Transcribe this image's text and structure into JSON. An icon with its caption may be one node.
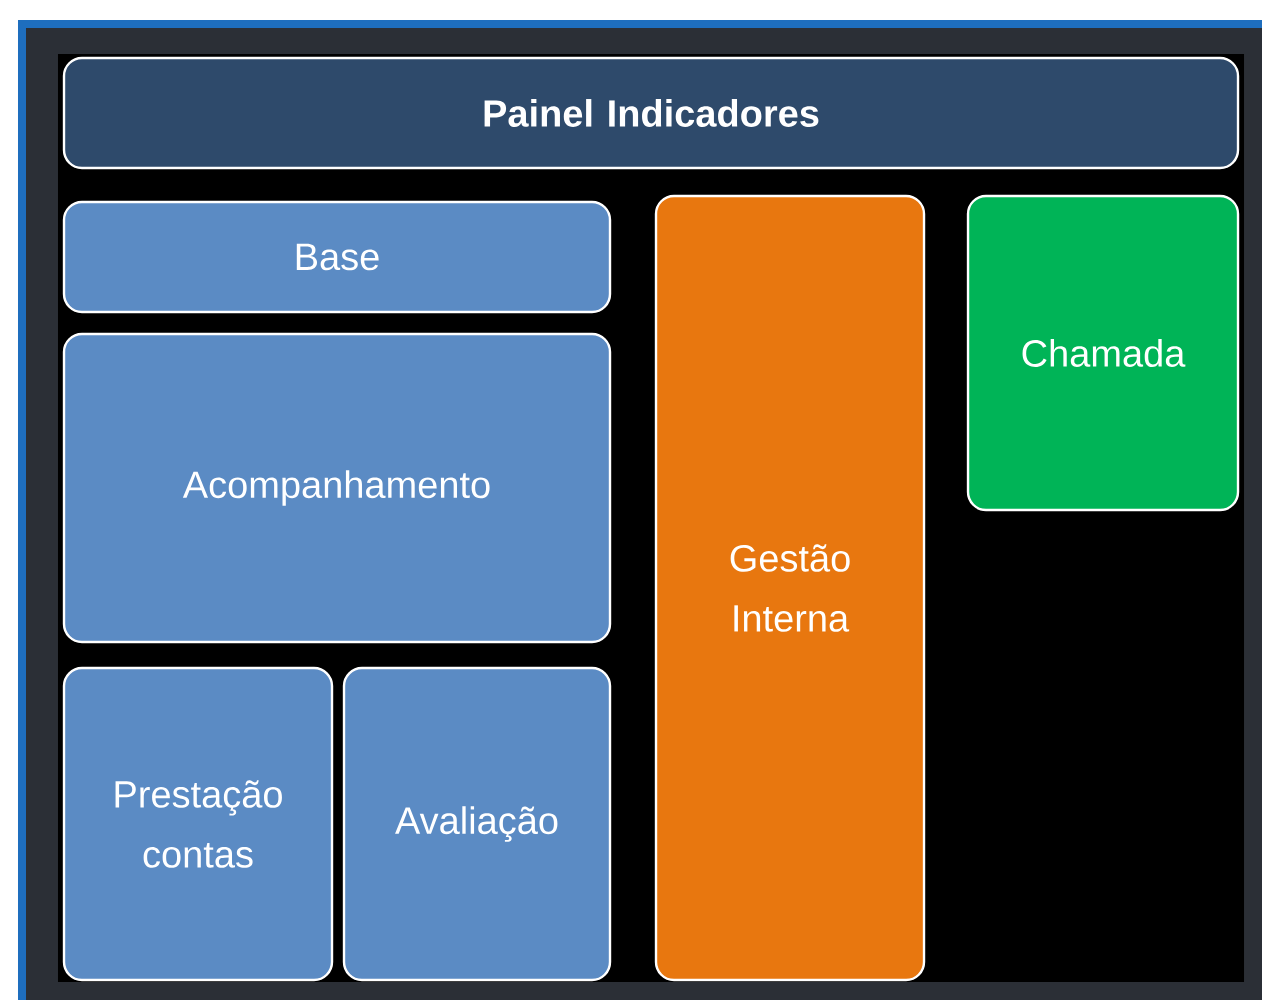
{
  "diagram": {
    "nodes": [
      {
        "text": [
          "Painel Indicadores"
        ]
      },
      {
        "text": [
          "Base"
        ]
      },
      {
        "text": [
          "Acompanhamento"
        ]
      },
      {
        "text": [
          "Prestação contas"
        ]
      },
      {
        "text": [
          "Avaliação"
        ]
      },
      {
        "text": [
          "Gestão Interna"
        ]
      },
      {
        "text": [
          "Chamada"
        ]
      }
    ]
  }
}
